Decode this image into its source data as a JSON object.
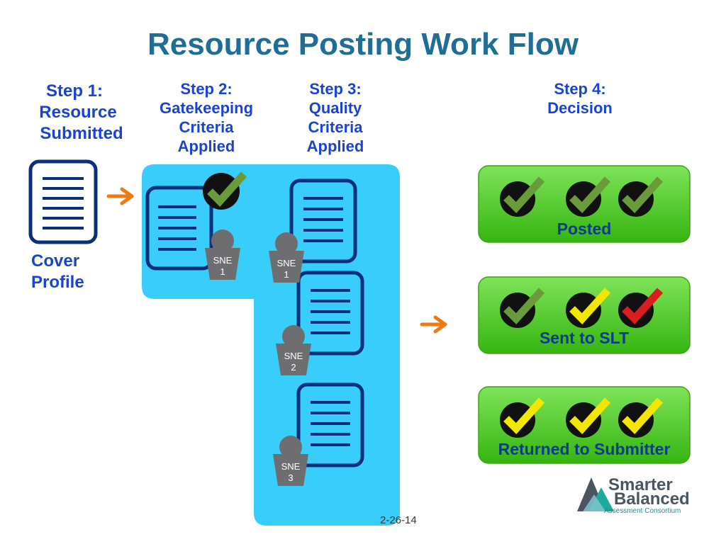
{
  "title": "Resource Posting Work Flow",
  "steps": {
    "step1": {
      "line1": "Step 1:",
      "line2": "Resource",
      "line3": "Submitted"
    },
    "step2": {
      "line1": "Step 2:",
      "line2": "Gatekeeping",
      "line3": "Criteria",
      "line4": "Applied"
    },
    "step3": {
      "line1": "Step 3:",
      "line2": "Quality",
      "line3": "Criteria",
      "line4": "Applied"
    },
    "step4": {
      "line1": "Step 4:",
      "line2": "Decision"
    }
  },
  "cover_profile": {
    "line1": "Cover",
    "line2": "Profile"
  },
  "reviewers": [
    {
      "line1": "SNE",
      "line2": "1"
    },
    {
      "line1": "SNE",
      "line2": "1"
    },
    {
      "line1": "SNE",
      "line2": "2"
    },
    {
      "line1": "SNE",
      "line2": "3"
    }
  ],
  "decisions": [
    {
      "label": "Posted",
      "checks": [
        "green",
        "green",
        "green"
      ]
    },
    {
      "label": "Sent to SLT",
      "checks": [
        "green",
        "yellow",
        "red"
      ]
    },
    {
      "label": "Returned to Submitter",
      "checks": [
        "yellow",
        "yellow",
        "yellow"
      ]
    }
  ],
  "colors": {
    "green": "#6a9b3a",
    "yellow": "#f3e600",
    "red": "#d81e1e",
    "flow_region": "#38cdfb",
    "decision_box": "#44c11c",
    "arrow": "#f07a12"
  },
  "logo": {
    "line1": "Smarter",
    "line2": "Balanced",
    "line3": "Assessment Consortium"
  },
  "date": "2-26-14"
}
